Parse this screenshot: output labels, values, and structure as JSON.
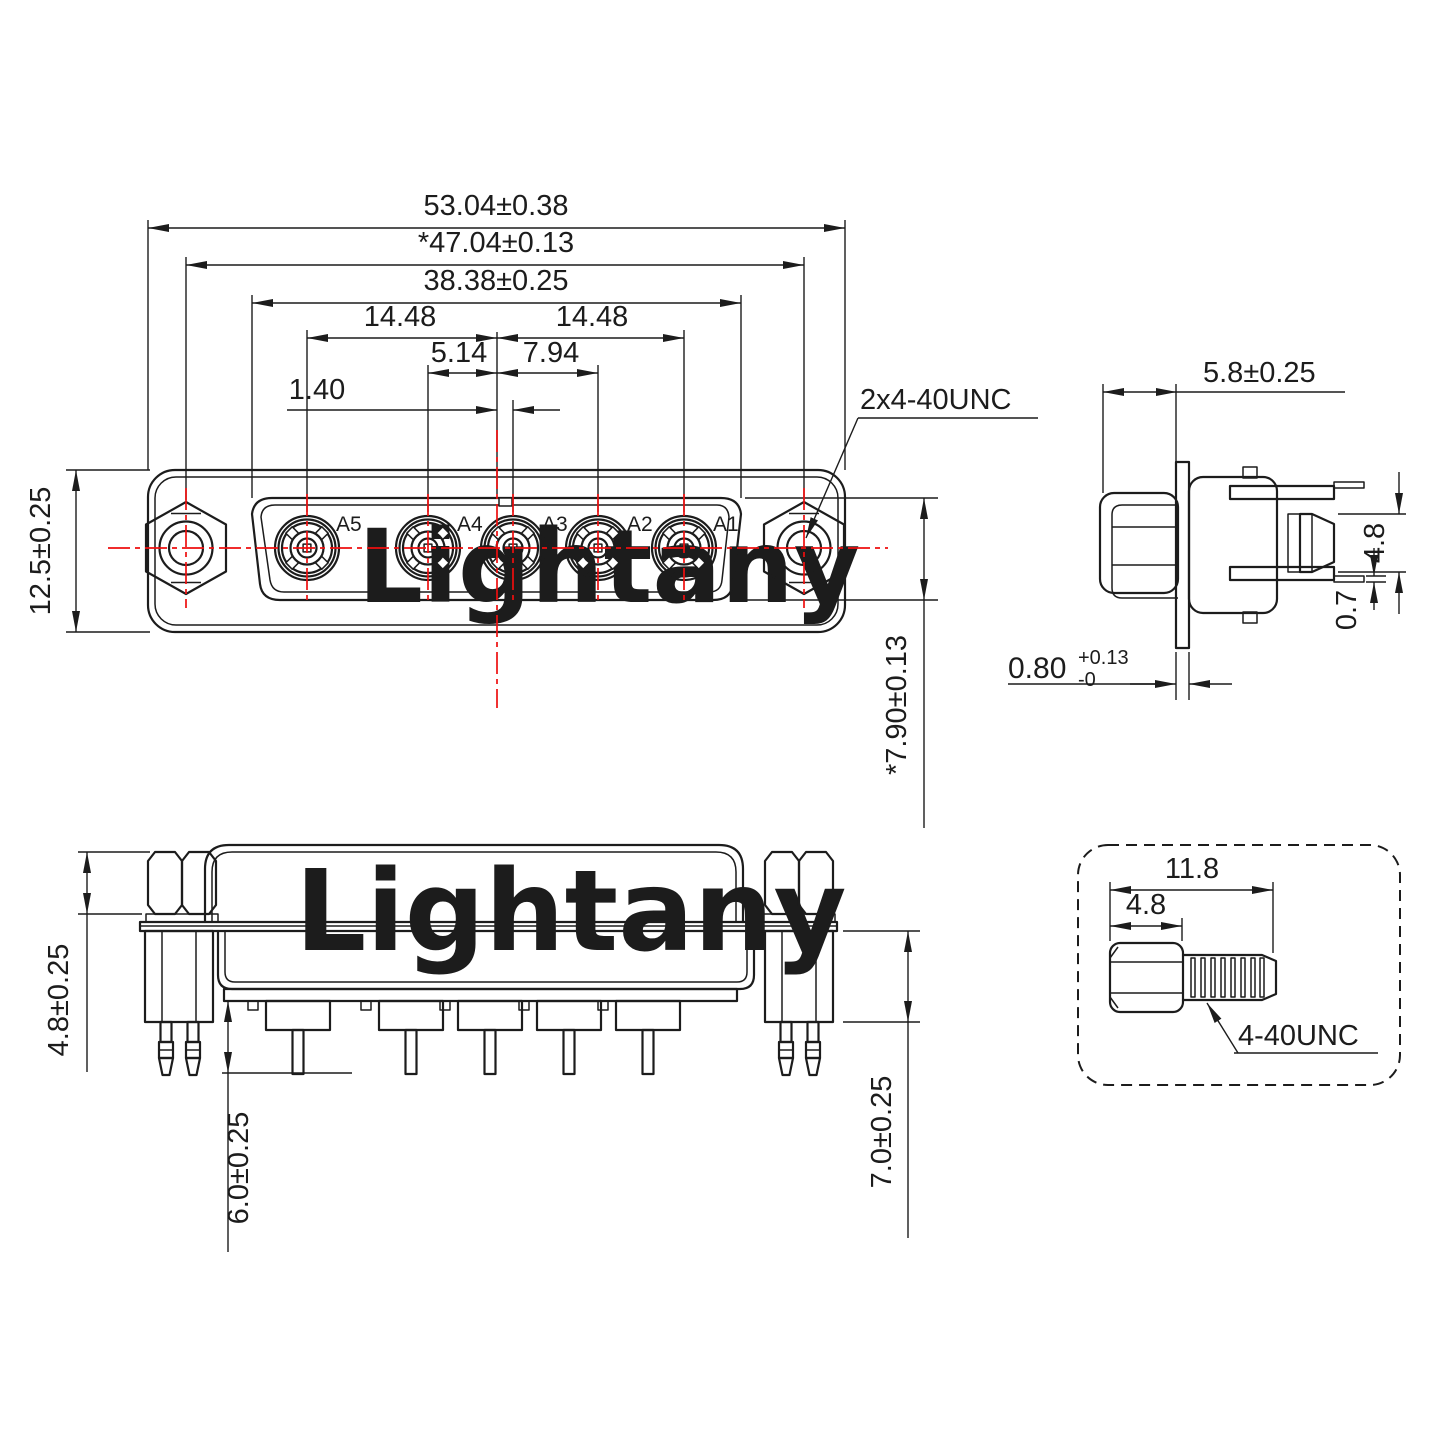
{
  "watermark": {
    "text": "Lightany"
  },
  "colors": {
    "line": "#1c1c1c",
    "centerline": "#ee0f0f",
    "contact_label": "#e02020",
    "watermark": "#f7d4d4",
    "background": "#ffffff"
  },
  "front_view": {
    "contacts": [
      "A5",
      "A4",
      "A3",
      "A2",
      "A1"
    ],
    "dims": {
      "overall_width": "53.04±0.38",
      "mount_width": "*47.04±0.13",
      "insert_width": "38.38±0.25",
      "pitch_left": "14.48",
      "pitch_right": "14.48",
      "a4_offset": "5.14",
      "a2_offset": "7.94",
      "a3_offset": "1.40",
      "body_height": "12.5±0.25",
      "opening_height": "*7.90±0.13",
      "thread_callout": "2x4-40UNC"
    }
  },
  "side_view": {
    "dims": {
      "front_depth": "5.8±0.25",
      "mating_height": "4.8",
      "pin_thickness": "0.7",
      "flange_thickness": "0.80",
      "flange_tol_upper": "+0.13",
      "flange_tol_lower": "-0"
    }
  },
  "bottom_view": {
    "dims": {
      "standoff_height": "4.8±0.25",
      "pin_length": "6.0±0.25",
      "jackscrew_depth": "7.0±0.25"
    }
  },
  "screw_detail": {
    "dims": {
      "total_length": "11.8",
      "head_length": "4.8"
    },
    "thread_label": "4-40UNC"
  }
}
